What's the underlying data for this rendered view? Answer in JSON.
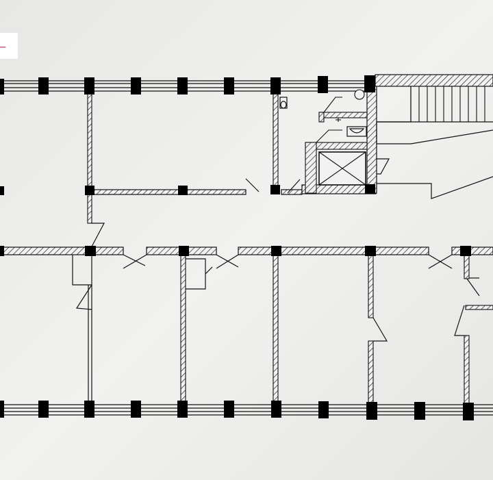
{
  "image": {
    "kind": "architectural floor plan (photographed paper)",
    "paper_color": "#ededed",
    "line_color": "#111111",
    "hatch_color": "#222222"
  },
  "corner_tag": {
    "text": "ー",
    "color": "#d24b7c"
  },
  "symbols": [
    {
      "name": "elevator-shaft",
      "icon": "cross-in-box"
    },
    {
      "name": "stair-flight",
      "icon": "parallel-treads"
    },
    {
      "name": "toilet-fixture",
      "icon": "toilet"
    },
    {
      "name": "urinal-fixture",
      "icon": "urinal"
    },
    {
      "name": "door-swing",
      "icon": "door-leaf"
    },
    {
      "name": "structural-column",
      "icon": "filled-square"
    }
  ]
}
